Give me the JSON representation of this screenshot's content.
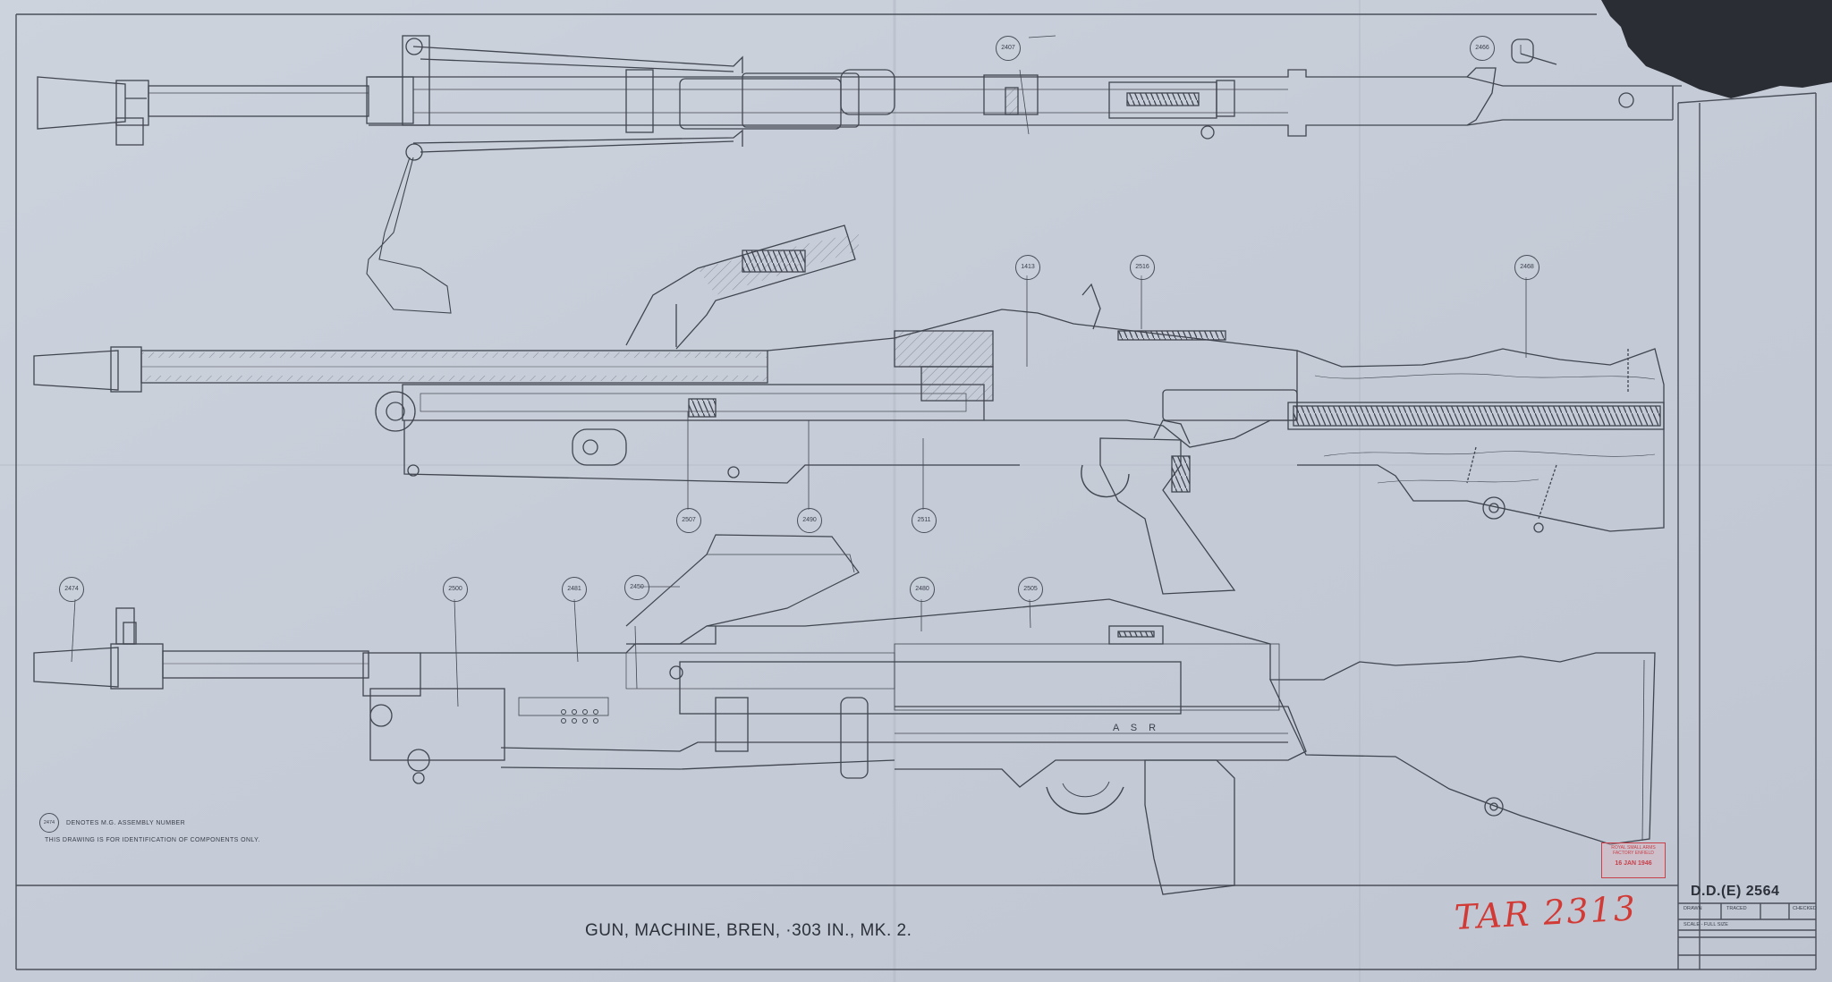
{
  "title": "GUN, MACHINE, BREN, ·303 IN., MK. 2.",
  "drawing_number": "D.D.(E) 2564",
  "handwritten_ref": "TAR 2313",
  "legend": {
    "bubble": "2474",
    "denotes": "DENOTES M.G. ASSEMBLY NUMBER",
    "note": "THIS DRAWING IS FOR IDENTIFICATION OF COMPONENTS ONLY."
  },
  "marking": "A S R",
  "stamp": {
    "text": "ROYAL SMALL ARMS FACTORY ENFIELD",
    "date": "16 JAN 1946"
  },
  "title_block": {
    "drawn_label": "DRAWN",
    "traced_label": "TRACED",
    "checked_label": "CHECKED",
    "scale_label": "SCALE - FULL SIZE"
  },
  "callouts": {
    "top_view": [
      "2407",
      "2466"
    ],
    "section_view": [
      "1413",
      "2516",
      "2468",
      "2507",
      "2490",
      "2511"
    ],
    "side_view": [
      "2474",
      "2500",
      "2481",
      "2450",
      "2480",
      "2505"
    ]
  },
  "colors": {
    "paper": "#c9cfd9",
    "ink": "#3a3f4a",
    "stamp": "#c8404a",
    "ref_ink": "#d23a36"
  }
}
